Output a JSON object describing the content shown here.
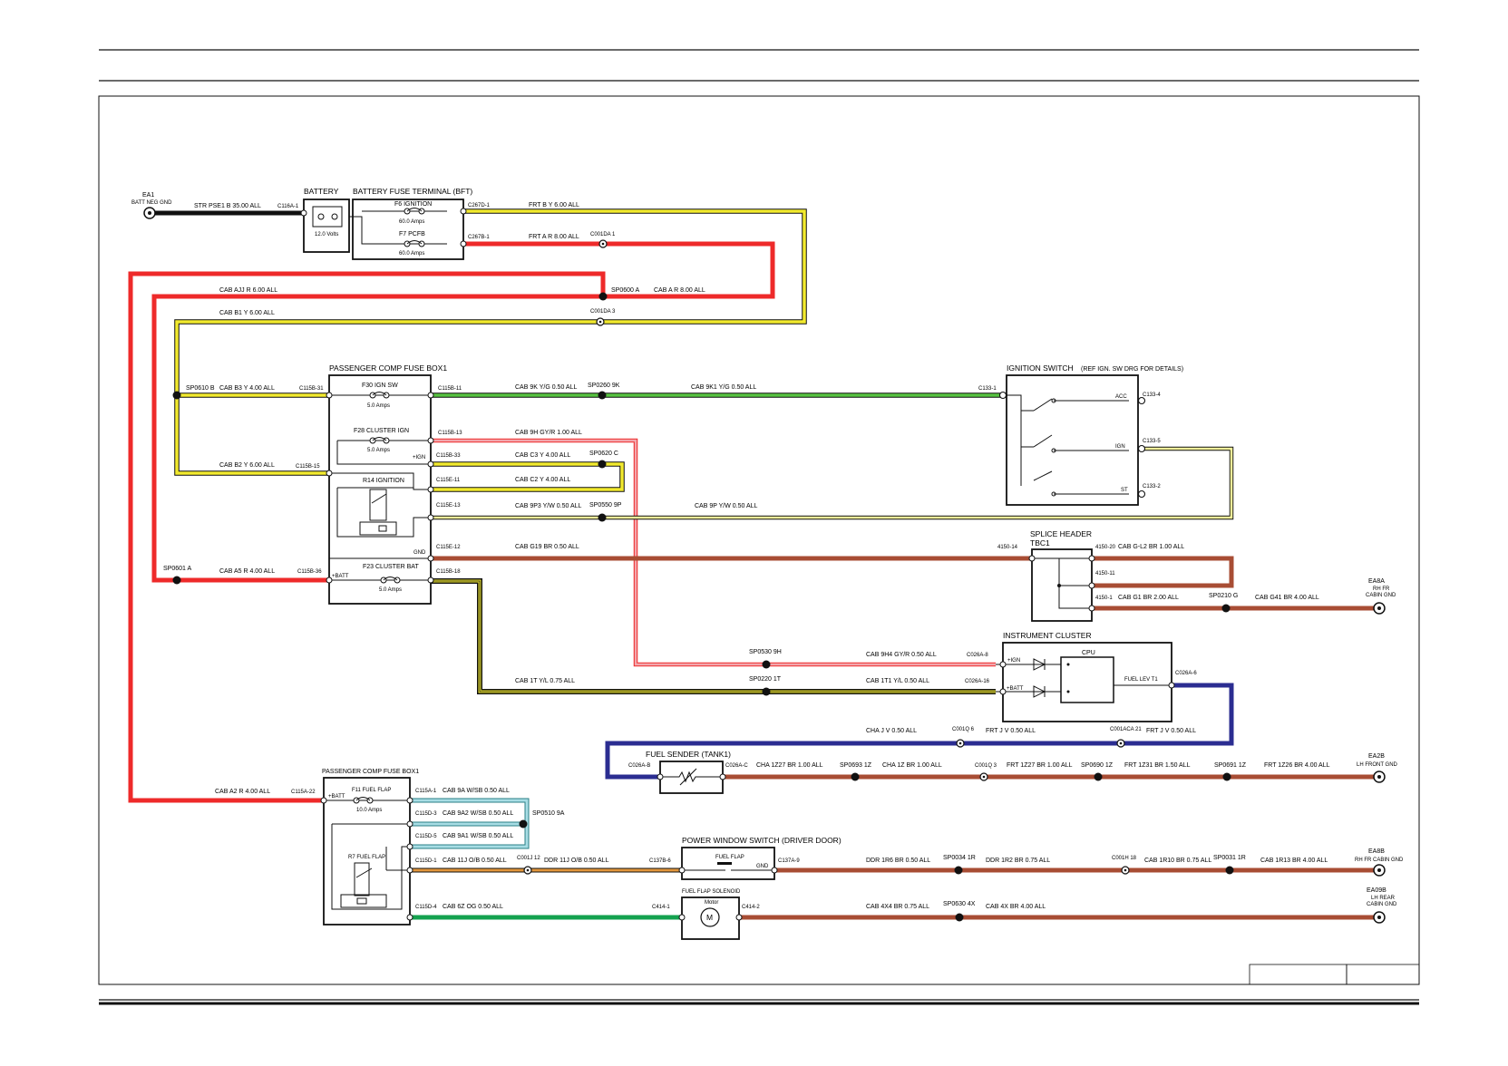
{
  "colors": {
    "black": "#111111",
    "red": "#ee2a2a",
    "yellow": "#f2ea2e",
    "green": "#57c341",
    "pink": "#f3a7ad",
    "brown": "#a84d34",
    "navy": "#2b2d91",
    "lightblue": "#a8dde4",
    "orange": "#e3963c",
    "dkgreen": "#14a24f",
    "white": "#ffffff"
  },
  "ground_ea1": {
    "name": "EA1",
    "desc": "BATT NEG GND"
  },
  "battery": {
    "title": "BATTERY",
    "rating": "12.0 Volts"
  },
  "bft": {
    "title": "BATTERY FUSE TERMINAL (BFT)",
    "f6_name": "F6 IGNITION",
    "f6_amps": "60.0 Amps",
    "f7_name": "F7 PCFB",
    "f7_amps": "60.0 Amps"
  },
  "pfb1": {
    "title": "PASSENGER COMP FUSE BOX1",
    "f30_name": "F30 IGN SW",
    "f30_amps": "5.0 Amps",
    "f28_name": "F28 CLUSTER IGN",
    "f28_amps": "5.0 Amps",
    "r14_name": "R14 IGNITION",
    "f23_name": "F23 CLUSTER BAT",
    "f23_amps": "5.0 Amps",
    "ign_label": "+IGN",
    "gnd_label": "GND",
    "batt_label": "+BATT"
  },
  "ign_switch": {
    "title": "IGNITION SWITCH",
    "note": "(REF IGN. SW DRG FOR DETAILS)",
    "acc": "ACC",
    "ign": "IGN",
    "st": "ST"
  },
  "splice": {
    "title1": "SPLICE HEADER",
    "title2": "TBC1"
  },
  "cluster": {
    "title": "INSTRUMENT CLUSTER",
    "cpu": "CPU",
    "ign_label": "+IGN",
    "batt_label": "+BATT",
    "fuel_label": "FUEL LEV T1"
  },
  "fuel_sender": {
    "title": "FUEL SENDER (TANK1)"
  },
  "pfb2": {
    "title": "PASSENGER COMP FUSE BOX1",
    "batt_label": "+BATT",
    "f11_name": "F11 FUEL FLAP",
    "f11_amps": "10.0 Amps",
    "r7_name": "R7 FUEL FLAP"
  },
  "pws": {
    "title": "POWER WINDOW SWITCH (DRIVER DOOR)",
    "flap": "FUEL FLAP",
    "gnd": "GND"
  },
  "solenoid": {
    "title": "FUEL FLAP SOLENOID",
    "motor": "Motor",
    "m": "M"
  },
  "grounds": {
    "ea8a_name": "EA8A",
    "ea8a_desc1": "RH FR",
    "ea8a_desc2": "CABIN GND",
    "ea2b_name": "EA2B",
    "ea2b_desc": "LH FRONT GND",
    "ea8b_name": "EA8B",
    "ea8b_desc": "RH FR CABIN GND",
    "ea09b_name": "EA09B",
    "ea09b_desc1": "LH REAR",
    "ea09b_desc2": "CABIN GND"
  },
  "labels": {
    "w_str": "STR   PSE1 B 35.00 ALL",
    "c_c116a1": "C116A-1",
    "c_c267d1": "C267D-1",
    "w_by6": "FRT   B Y 6.00 ALL",
    "c_c267b1": "C267B-1",
    "w_ar8a": "FRT   A R 8.00 ALL",
    "c_c001da1": "C001DA 1",
    "w_ajjr": "CAB   AJJ R 6.00 ALL",
    "sp0600a": "SP0600 A",
    "w_ar8b": "CAB   A R 8.00 ALL",
    "w_b1y": "CAB   B1 Y 6.00 ALL",
    "c_c001da3": "C001DA 3",
    "sp0610b": "SP0610 B",
    "w_b3y": "CAB   B3 Y 4.00 ALL",
    "c_c115b31": "C115B-31",
    "c_c115b11": "C115B-11",
    "w_9kyg": "CAB   9K Y/G 0.50 ALL",
    "sp0260": "SP0260 9K",
    "w_9k1": "CAB   9K1 Y/G 0.50 ALL",
    "c_c1331": "C133-1",
    "c_c1334": "C133-4",
    "c_c1335": "C133-5",
    "c_c1332": "C133-2",
    "c_c115b13": "C115B-13",
    "w_9hgyr": "CAB   9H GY/R 1.00 ALL",
    "c_c115b33": "C115B-33",
    "w_c3y": "CAB   C3 Y 4.00 ALL",
    "sp0620c": "SP0620 C",
    "c_c115e11": "C115E-11",
    "w_c2y": "CAB   C2 Y 4.00 ALL",
    "w_b2y": "CAB   B2 Y 6.00 ALL",
    "c_c115b15": "C115B-15",
    "c_c115e13": "C115E-13",
    "w_9p3": "CAB   9P3 Y/W 0.50 ALL",
    "sp0550": "SP0550 9P",
    "w_9p": "CAB   9P Y/W 0.50 ALL",
    "c_c115e12": "C115E-12",
    "w_g19": "CAB   G19 BR 0.50 ALL",
    "c_415014": "4150-14",
    "c_415020": "4150-20",
    "w_gl2": "CAB   G-L2 BR 1.00 ALL",
    "c_415011": "4150-11",
    "c_41501": "4150-1",
    "w_g1": "CAB   G1 BR 2.00 ALL",
    "sp0210": "SP0210 G",
    "w_g41": "CAB   G41 BR 4.00 ALL",
    "sp0601a": "SP0601 A",
    "w_a5r": "CAB   A5 R 4.00 ALL",
    "c_c115b36": "C115B-36",
    "c_c115b18": "C115B-18",
    "sp0530": "SP0530 9H",
    "w_9h4": "CAB   9H4 GY/R 0.50 ALL",
    "c_c0268": "C026A-8",
    "w_1tyl": "CAB   1T Y/L 0.75 ALL",
    "sp0220": "SP0220 1T",
    "w_1t1": "CAB   1T1 Y/L 0.50 ALL",
    "c_c02616": "C026A-16",
    "c_c0266": "C026A-6",
    "w_chajv": "CHA   J V 0.50 ALL",
    "c_c001q6": "C001Q 6",
    "w_frtjv": "FRT   J V 0.50 ALL",
    "c_c001aca21": "C001ACA 21",
    "w_frtjv2": "FRT   J V 0.50 ALL",
    "c_c026b": "C026A-B",
    "c_c026c": "C026A-C",
    "w_1z27": "CHA   1Z27 BR 1.00 ALL",
    "sp0693": "SP0693 1Z",
    "w_1zbr": "CHA   1Z BR 1.00 ALL",
    "c_c001q3": "C001Q 3",
    "w_1z27b": "FRT   1Z27 BR 1.00 ALL",
    "sp0690": "SP0690 1Z",
    "w_1z31": "FRT   1Z31 BR 1.50 ALL",
    "sp0691": "SP0691 1Z",
    "w_1z26": "FRT   1Z26 BR 4.00 ALL",
    "w_a2r": "CAB   A2 R 4.00 ALL",
    "c_c115a22": "C115A-22",
    "c_c115a1": "C115A-1",
    "w_9a": "CAB   9A W/SB 0.50 ALL",
    "c_c115d3": "C115D-3",
    "w_9a2": "CAB   9A2 W/SB 0.50 ALL",
    "sp0510": "SP0510 9A",
    "c_c115d5": "C115D-5",
    "w_9a1": "CAB   9A1 W/SB 0.50 ALL",
    "c_c115d1": "C115D-1",
    "w_11j": "CAB   11J O/B 0.50 ALL",
    "c_c001j12": "C001J 12",
    "w_11jd": "DDR   11J O/B 0.50 ALL",
    "c_c137b6": "C137B-6",
    "c_c137a9": "C137A-9",
    "w_1r6": "DDR   1R6 BR 0.50 ALL",
    "sp0034": "SP0034 1R",
    "w_1r2": "DDR   1R2 BR 0.75 ALL",
    "c_c001h18": "C001H 18",
    "w_1r10": "CAB   1R10 BR 0.75 ALL",
    "sp0031": "SP0031 1R",
    "w_1r13": "CAB   1R13 BR 4.00 ALL",
    "c_c115d4": "C115D-4",
    "w_6z": "CAB   6Z OG 0.50 ALL",
    "c_c4141": "C414-1",
    "c_c4142": "C414-2",
    "w_4x4": "CAB   4X4 BR 0.75 ALL",
    "sp0630": "SP0630 4X",
    "w_4x": "CAB   4X BR 4.00 ALL"
  }
}
